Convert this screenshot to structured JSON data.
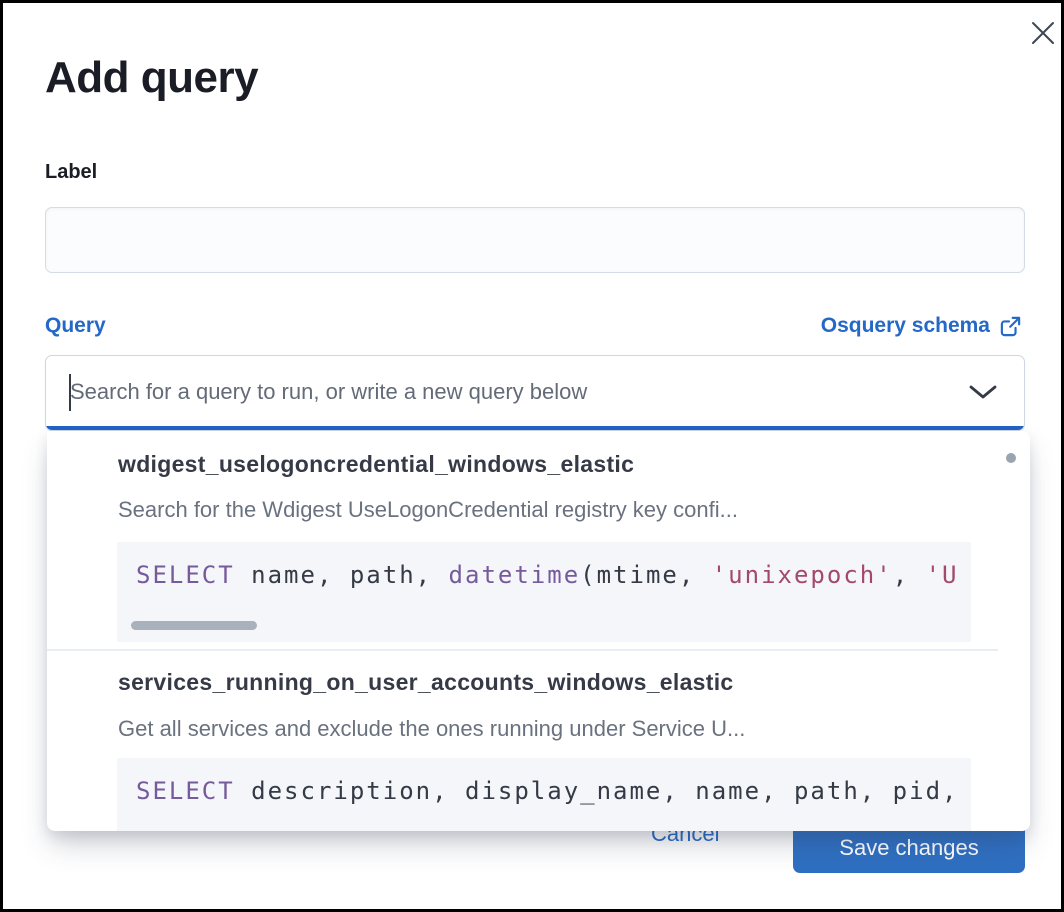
{
  "colors": {
    "link_blue": "#2468c8",
    "button_blue": "#2f6fc2",
    "focus_bar_blue": "#2363c6",
    "sql_keyword": "#765b9c",
    "sql_string": "#a34a68",
    "code_bg": "#f4f6fa"
  },
  "icons": {
    "close": "close-icon",
    "external_link": "external-link-icon",
    "chevron_down": "chevron-down-icon"
  },
  "modal": {
    "title": "Add query"
  },
  "label_field": {
    "label": "Label",
    "value": ""
  },
  "query_field": {
    "label": "Query",
    "schema_link_label": "Osquery schema",
    "search_placeholder": "Search for a query to run, or write a new query below",
    "search_value": ""
  },
  "suggestions": [
    {
      "title": "wdigest_uselogoncredential_windows_elastic",
      "description": "Search for the Wdigest UseLogonCredential registry key confi...",
      "sql": [
        {
          "text": "SELECT",
          "type": "keyword"
        },
        {
          "text": " name, path, ",
          "type": "plain"
        },
        {
          "text": "datetime",
          "type": "keyword"
        },
        {
          "text": "(mtime, ",
          "type": "plain"
        },
        {
          "text": "'unixepoch'",
          "type": "string"
        },
        {
          "text": ", ",
          "type": "plain"
        },
        {
          "text": "'U",
          "type": "string"
        }
      ]
    },
    {
      "title": "services_running_on_user_accounts_windows_elastic",
      "description": "Get all services and exclude the ones running under Service U...",
      "sql": [
        {
          "text": "SELECT",
          "type": "keyword"
        },
        {
          "text": " description, display_name, name, path, pid,",
          "type": "plain"
        }
      ]
    }
  ],
  "footer": {
    "cancel_label": "Cancel",
    "save_label": "Save changes"
  }
}
